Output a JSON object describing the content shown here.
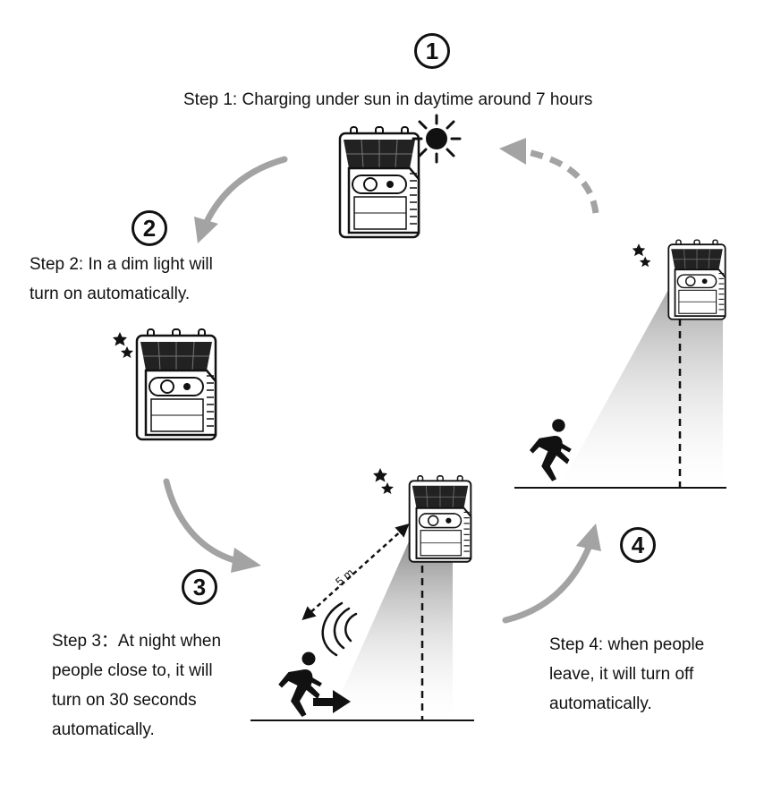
{
  "steps": [
    {
      "number": "1",
      "text": "Step 1: Charging under sun in daytime around 7 hours"
    },
    {
      "number": "2",
      "text": "Step 2: In a dim light will\nturn on  automatically."
    },
    {
      "number": "3",
      "text": "Step 3：At night when\npeople close to, it will\nturn on 30 seconds\nautomatically."
    },
    {
      "number": "4",
      "text": "Step 4: when people\nleave,  it will turn off\nautomatically."
    }
  ],
  "distance_label": "5 m",
  "icons": [
    "sun-icon",
    "moon-stars-icon",
    "solar-lamp-icon",
    "running-person-icon",
    "motion-wave-icon",
    "flow-arrow-icon"
  ],
  "colors": {
    "ink": "#111111",
    "arrow": "#a3a3a3",
    "beam_dark": "#777777"
  }
}
